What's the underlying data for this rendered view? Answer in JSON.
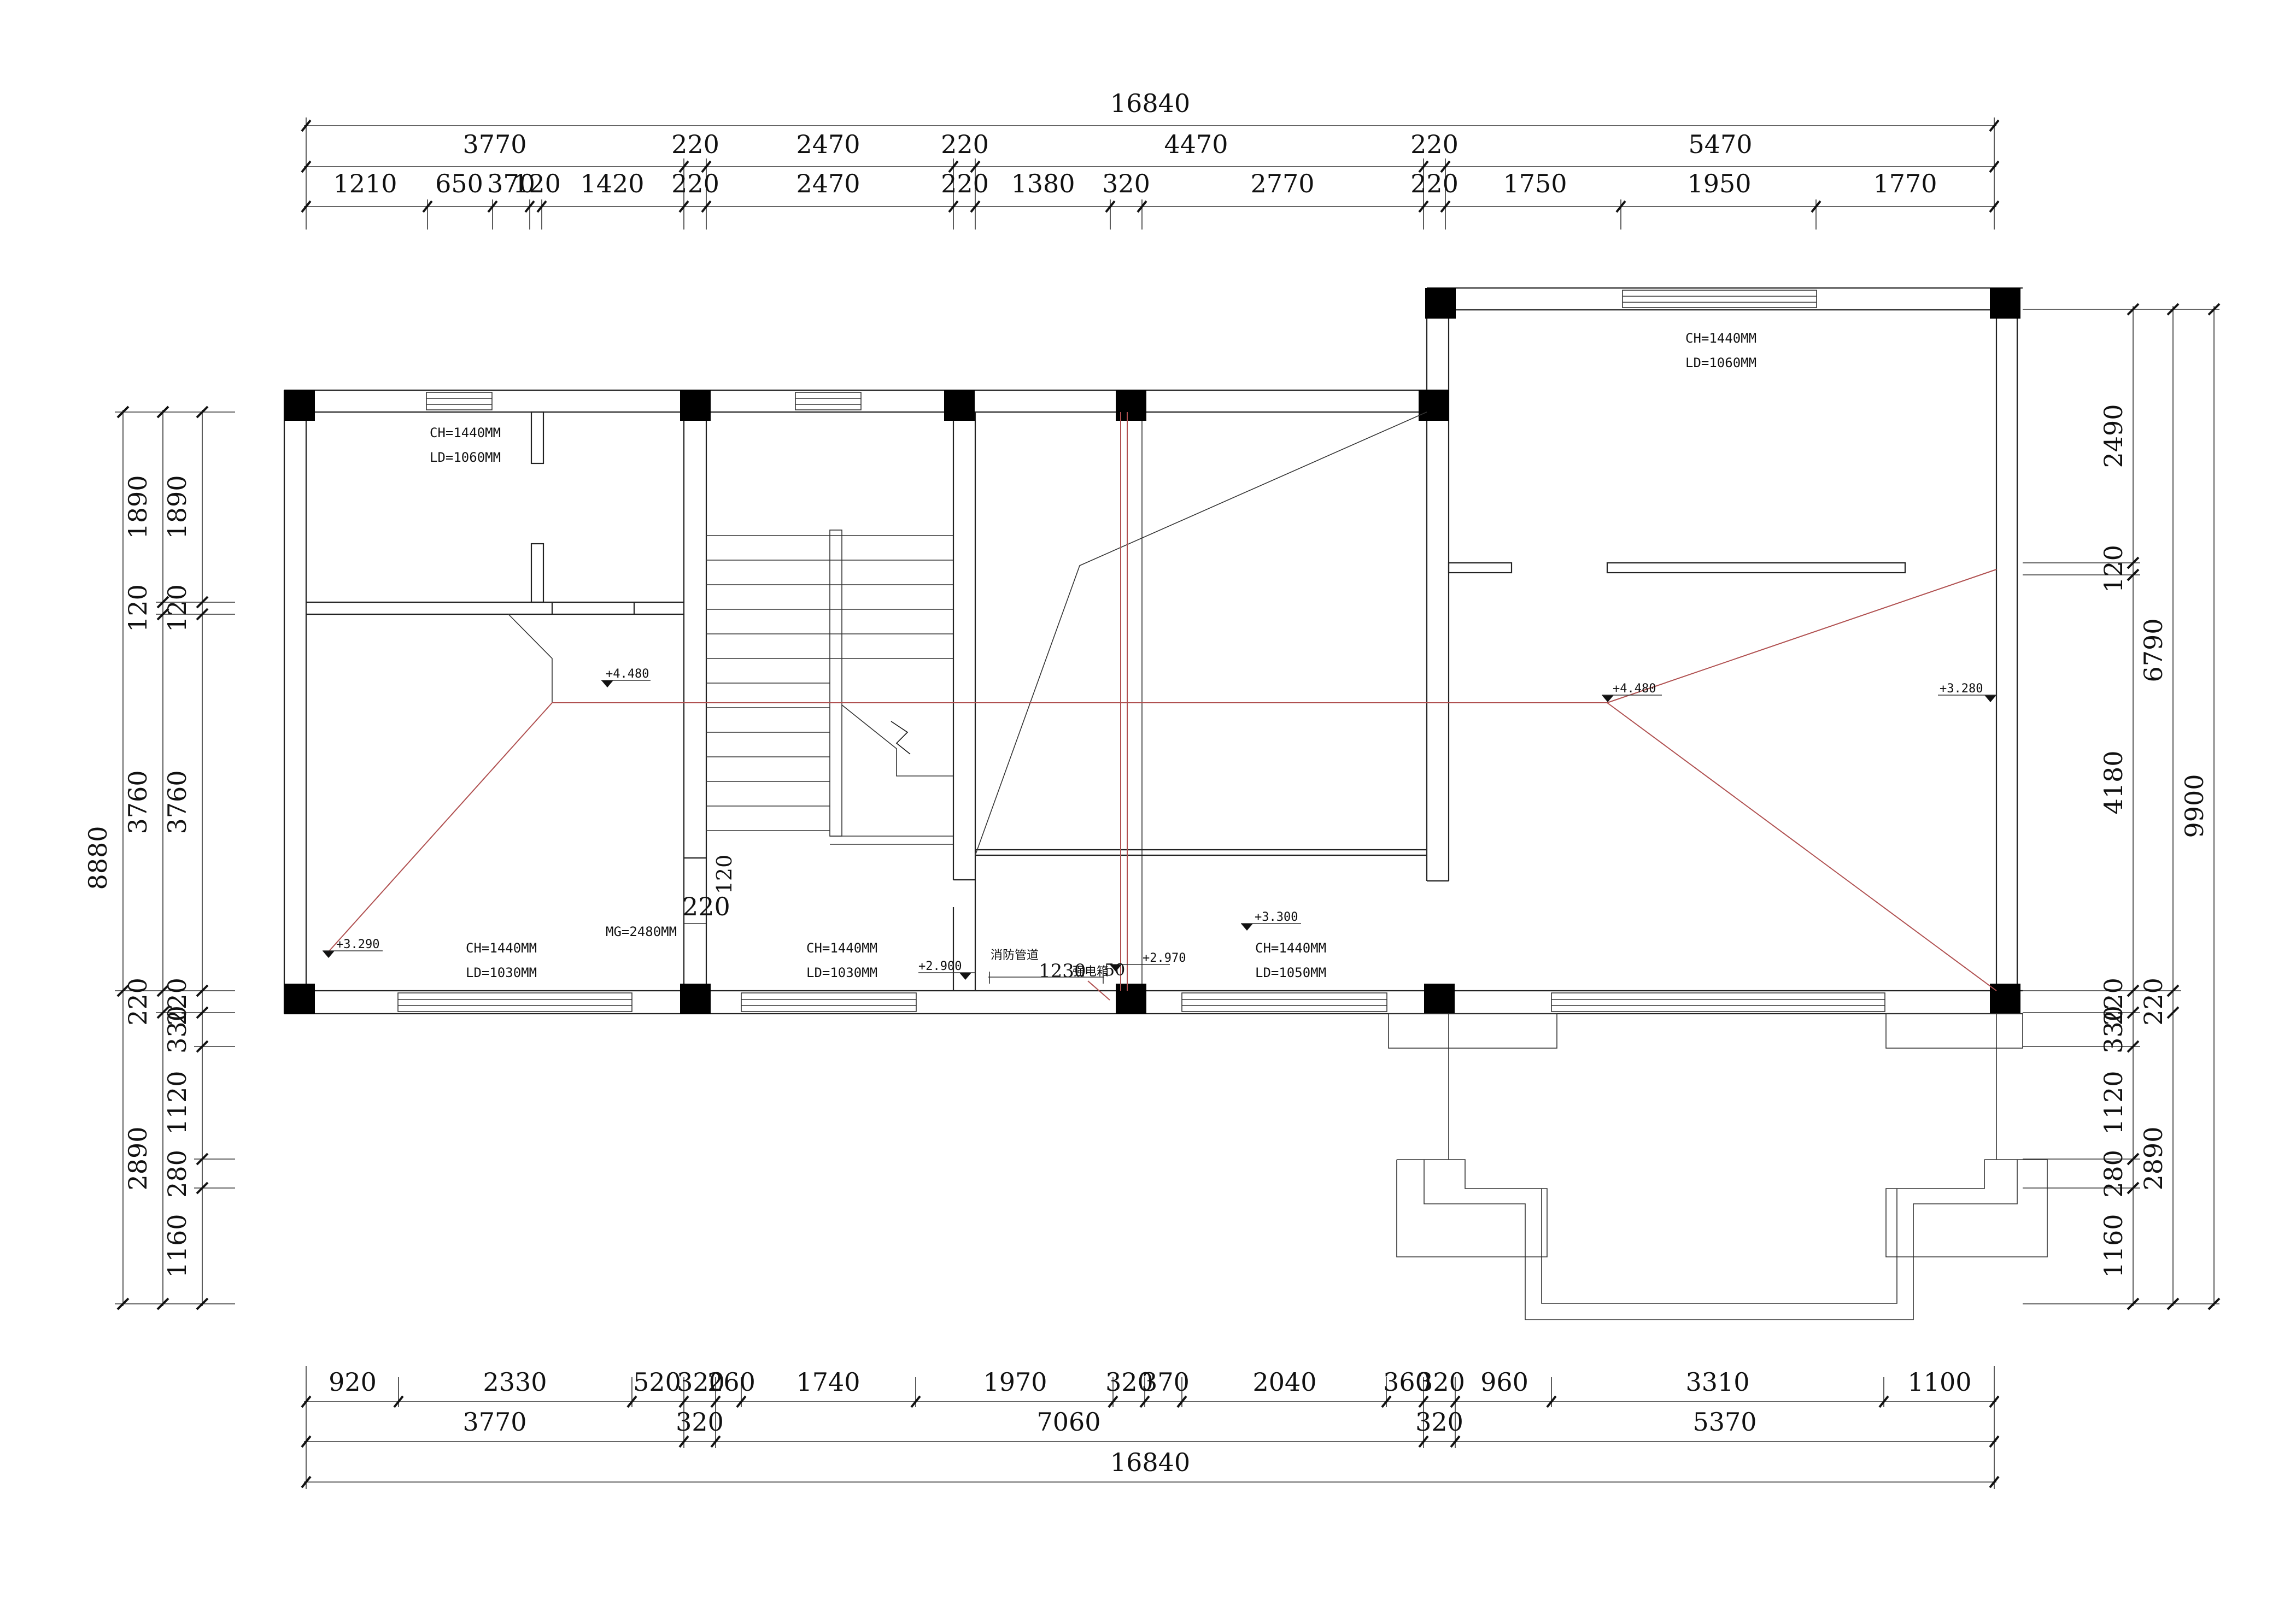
{
  "drawing": {
    "top_dims": {
      "overall": "16840",
      "row1": [
        "3770",
        "220",
        "2470",
        "220",
        "4470",
        "220",
        "5470"
      ],
      "row2": [
        "1210",
        "650",
        "370",
        "120",
        "1420",
        "220",
        "2470",
        "220",
        "1380",
        "320",
        "2770",
        "220",
        "1750",
        "1950",
        "1770"
      ]
    },
    "bottom_dims": {
      "row1": [
        "920",
        "2330",
        "520",
        "320",
        "260",
        "1740",
        "1970",
        "320",
        "370",
        "2040",
        "360",
        "320",
        "960",
        "3310",
        "1100"
      ],
      "row2": [
        "3770",
        "320",
        "7060",
        "320",
        "5370"
      ],
      "overall": "16840"
    },
    "left_dims": {
      "overall": "8880",
      "col_outer": [
        "1890",
        "120",
        "3760",
        "220",
        "2890"
      ],
      "col_inner": [
        "1890",
        "120",
        "3760",
        "220",
        "330",
        "1120",
        "280",
        "1160"
      ]
    },
    "right_dims": {
      "col1": [
        "2490",
        "120",
        "4180",
        "220",
        "330",
        "1120",
        "280",
        "1160"
      ],
      "col2": [
        "6790",
        "220",
        "2890"
      ],
      "overall": "9900"
    },
    "room_notes": {
      "r1_ch": "CH=1440MM",
      "r1_ld": "LD=1060MM",
      "r2_ch": "CH=1440MM",
      "r2_ld": "LD=1060MM",
      "r3_ch": "CH=1440MM",
      "r3_ld": "LD=1030MM",
      "r4_ch": "CH=1440MM",
      "r4_ld": "LD=1030MM",
      "r5_ch": "CH=1440MM",
      "r5_ld": "LD=1050MM",
      "mg": "MG=2480MM"
    },
    "levels": {
      "l1": "+4.480",
      "l2": "+3.290",
      "l3": "+2.900",
      "l4": "+2.970",
      "l5": "+3.300",
      "l6": "+4.480",
      "l7": "+3.280"
    },
    "annotations": {
      "pipe": "消防管道",
      "box": "强电箱",
      "d1230": "1230",
      "d50": "50",
      "d220": "220",
      "d120": "120"
    }
  }
}
